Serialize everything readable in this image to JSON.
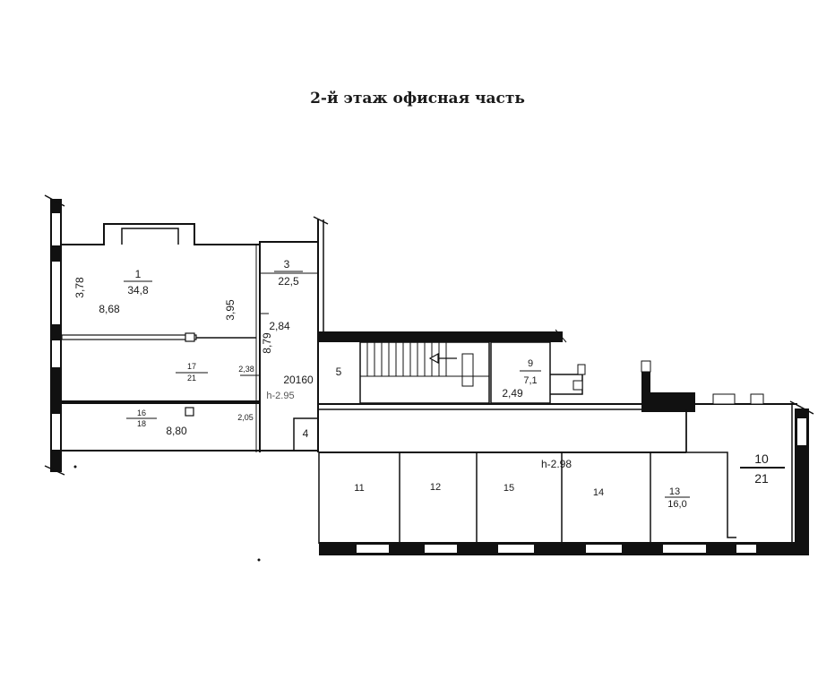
{
  "title": "2-й этаж офисная часть",
  "rooms": [
    {
      "id": "room-1",
      "number": "1",
      "area": "34,8"
    },
    {
      "id": "room-3",
      "number": "3",
      "area": "22,5"
    },
    {
      "id": "room-4",
      "number": "4"
    },
    {
      "id": "room-5",
      "number": "5"
    },
    {
      "id": "room-9",
      "number": "9",
      "area": "7,1"
    },
    {
      "id": "room-10",
      "number": "10",
      "area": "21"
    },
    {
      "id": "room-11",
      "number": "11"
    },
    {
      "id": "room-12",
      "number": "12"
    },
    {
      "id": "room-13",
      "number": "13",
      "area": "16,0"
    },
    {
      "id": "room-14",
      "number": "14"
    },
    {
      "id": "room-15",
      "number": "15"
    },
    {
      "id": "room-16",
      "number": "16",
      "area": "18"
    },
    {
      "id": "room-17",
      "number": "17",
      "area": "21"
    }
  ],
  "dimensions": {
    "d_378": "3,78",
    "d_868": "8,68",
    "d_395": "3,95",
    "d_284": "2,84",
    "d_879": "8,79",
    "d_238": "2,38",
    "d_205": "2,05",
    "d_880": "8,80",
    "d_249": "2,49",
    "d_20160": "20160"
  },
  "heights": {
    "h_left": "h-2.95",
    "h_right": "h-2.98"
  }
}
